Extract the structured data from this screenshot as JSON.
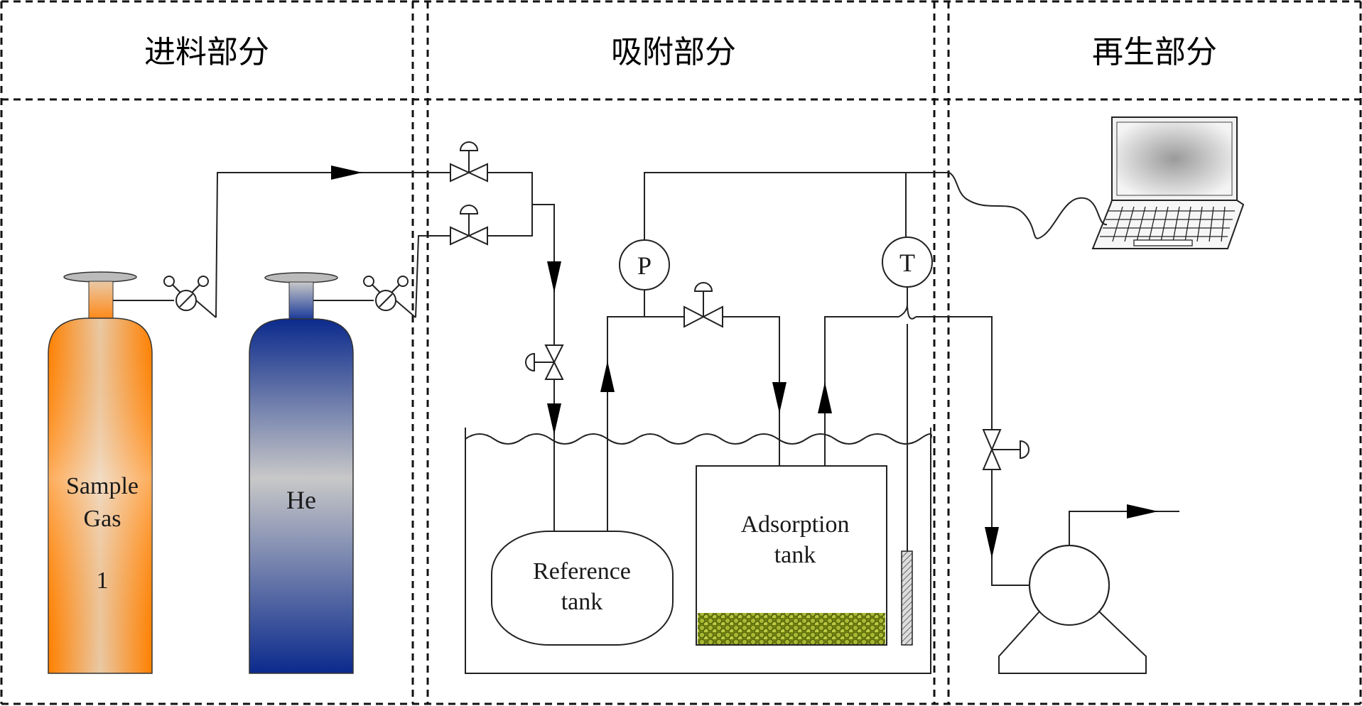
{
  "sections": {
    "feed": "进料部分",
    "adsorption": "吸附部分",
    "regeneration": "再生部分"
  },
  "cylinders": {
    "sample": {
      "line1": "Sample",
      "line2": "Gas",
      "line3": "1",
      "color": "#ff8000"
    },
    "helium": {
      "label": "He",
      "color": "#0b2a8c"
    }
  },
  "gauges": {
    "pressure": "P",
    "temperature": "T"
  },
  "tanks": {
    "reference": {
      "line1": "Reference",
      "line2": "tank"
    },
    "adsorption": {
      "line1": "Adsorption",
      "line2": "tank"
    }
  },
  "colors": {
    "adsorbent": "#9aa830"
  }
}
